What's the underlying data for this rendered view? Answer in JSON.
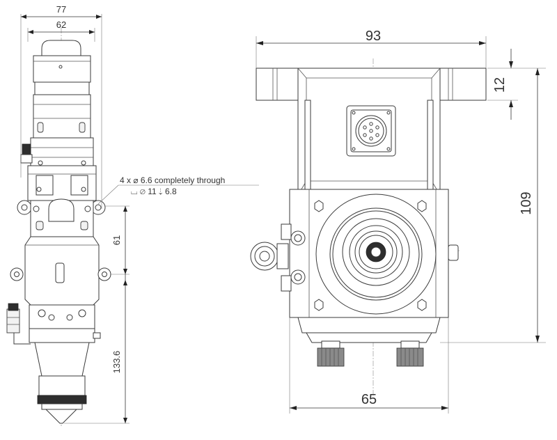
{
  "dimensions": {
    "side_width_outer": "77",
    "side_width_inner": "62",
    "side_height_upper": "61",
    "side_height_lower": "133.6",
    "front_width_top": "93",
    "front_flange_height": "12",
    "front_total_height": "109",
    "front_width_bottom": "65"
  },
  "callout": {
    "line1": "4 x  ⌀ 6.6 completely through",
    "line2": "⌴ ⌀ 11 ⇣ 6.8"
  },
  "colors": {
    "line": "#3a3a3a",
    "dark_part": "#2e2e2e",
    "background": "#ffffff"
  }
}
